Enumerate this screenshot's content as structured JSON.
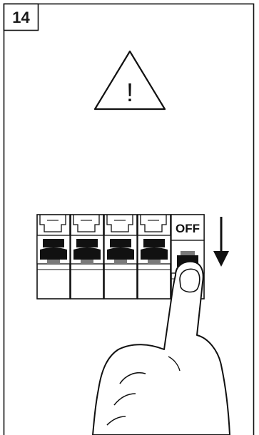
{
  "step_number": "14",
  "warning_symbol": "!",
  "breaker_state_label": "OFF",
  "icons": {
    "warning": "warning-triangle-icon",
    "arrow": "arrow-down-icon",
    "hand": "pointing-finger"
  },
  "colors": {
    "line": "#111111",
    "switch": "#111111",
    "shade": "#7a7a7a",
    "background": "#ffffff"
  }
}
